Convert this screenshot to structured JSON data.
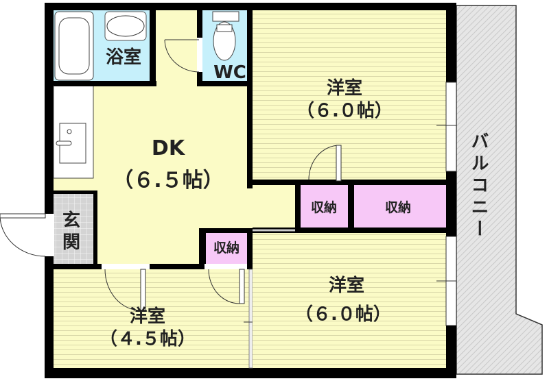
{
  "floor_plan": {
    "rooms": {
      "bath": {
        "label": "浴室"
      },
      "wc": {
        "label": "WC"
      },
      "dk": {
        "label": "DK",
        "size": "（６.５帖）"
      },
      "western_top": {
        "label": "洋室",
        "size": "（６.０帖）"
      },
      "western_bottom_right": {
        "label": "洋室",
        "size": "（６.０帖）"
      },
      "western_bottom_left": {
        "label": "洋室",
        "size": "（４.５帖）"
      },
      "storage_1": {
        "label": "収納"
      },
      "storage_2": {
        "label": "収納"
      },
      "storage_3": {
        "label": "収納"
      },
      "entrance": {
        "label_top": "玄",
        "label_bottom": "関"
      },
      "balcony": {
        "label": "バルコニー"
      }
    },
    "colors": {
      "wall": "#000000",
      "room": "#fbfbc6",
      "wet_area": "#c6f0fb",
      "storage": "#f7c8f7",
      "balcony": "#e2e2e2",
      "entrance": "#d6d6d6"
    }
  }
}
